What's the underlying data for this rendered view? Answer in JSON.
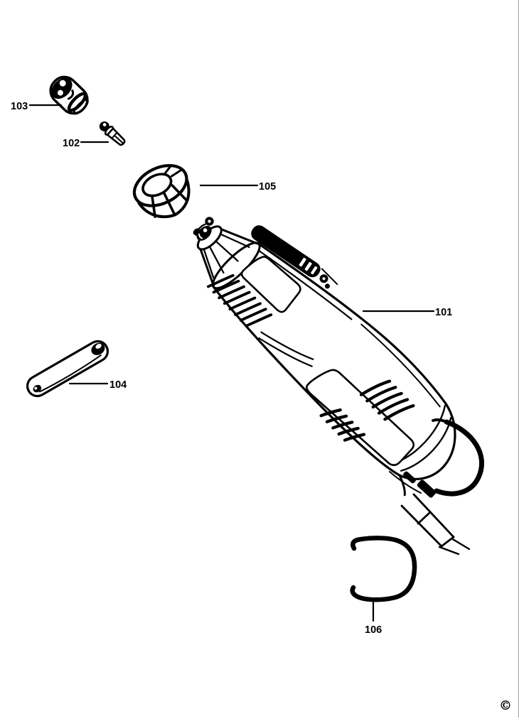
{
  "page": {
    "background_color": "#ffffff",
    "ink_color": "#000000",
    "edge_border_color": "#9a9a9a",
    "copyright_symbol": "©"
  },
  "diagram": {
    "kind": "exploded-parts-diagram",
    "subject": "rotary-tool",
    "parts": [
      {
        "number": "103",
        "part_name": "chuck"
      },
      {
        "number": "102",
        "part_name": "collet"
      },
      {
        "number": "105",
        "part_name": "housing-cap-nut"
      },
      {
        "number": "101",
        "part_name": "rotary-tool-body"
      },
      {
        "number": "104",
        "part_name": "wrench"
      },
      {
        "number": "106",
        "part_name": "hanger-hook"
      }
    ]
  }
}
